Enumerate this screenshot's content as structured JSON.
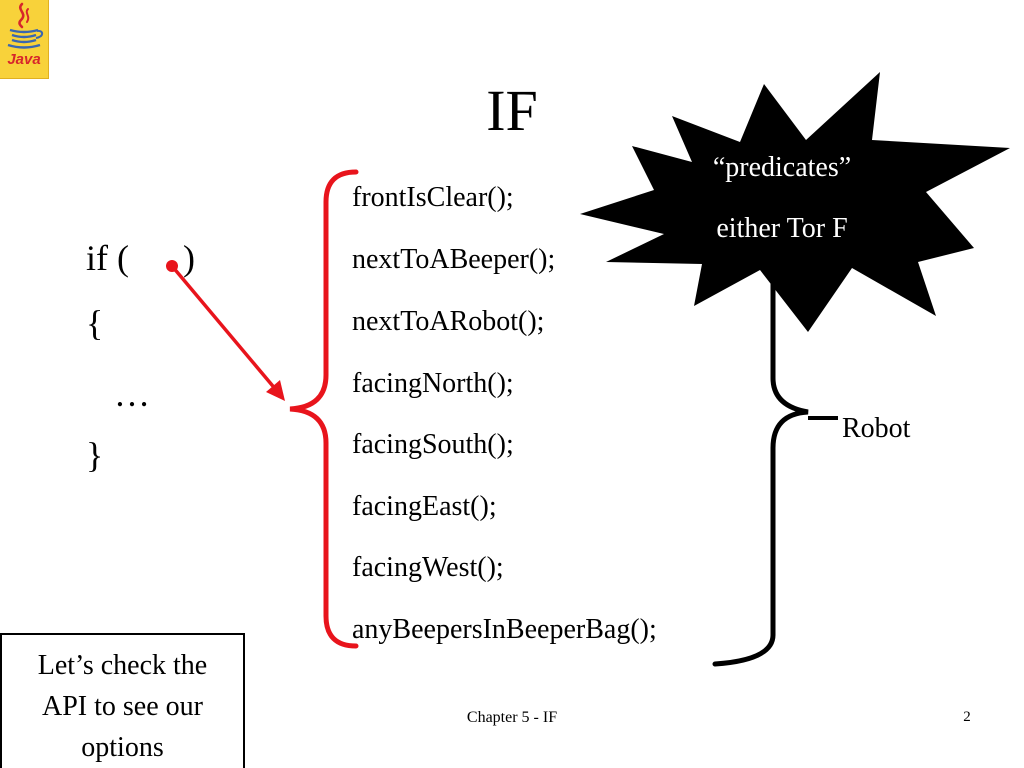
{
  "slide": {
    "logo_text": "Java",
    "title": "IF",
    "code": [
      "if (      )",
      "{",
      "…",
      "}"
    ],
    "predicates": [
      "frontIsClear();",
      "nextToABeeper();",
      "nextToARobot();",
      "facingNorth();",
      "facingSouth();",
      "facingEast();",
      "facingWest();",
      "anyBeepersInBeeperBag();"
    ],
    "burst": {
      "line1": "“predicates”",
      "line2": "either Tor F"
    },
    "robot_label": "Robot",
    "callout": {
      "line1": "Let’s check the",
      "line2": "API to see our",
      "line3": "options"
    },
    "footer": "Chapter 5 - IF",
    "page_number": "2"
  },
  "colors": {
    "accent_red": "#e8141c",
    "logo_yellow": "#f8d23a",
    "logo_red": "#d7262b",
    "logo_blue": "#3a66b0",
    "burst_fill": "#000000",
    "burst_text": "#ffffff"
  },
  "icons": {
    "logo": "java-coffee-cup-logo",
    "arrow": "red-arrow",
    "bullet": "red-dot"
  }
}
